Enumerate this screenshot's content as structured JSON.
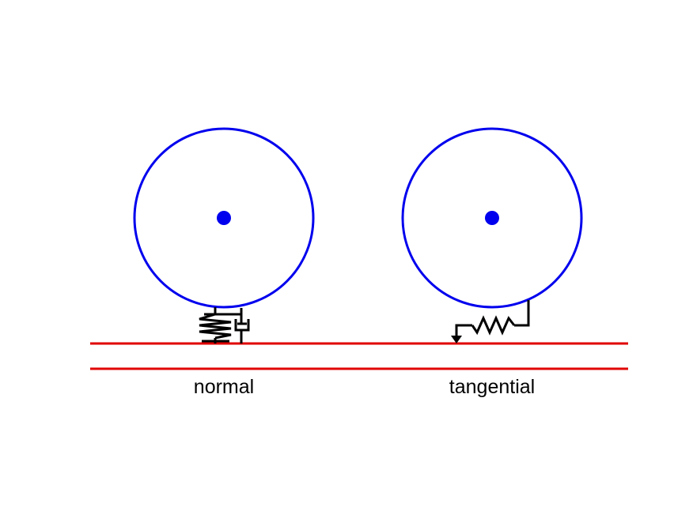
{
  "diagram": {
    "labels": {
      "normal": "normal",
      "tangential": "tangential"
    },
    "colors": {
      "particle": "#0000ee",
      "wall": "#e00000",
      "element": "#000000",
      "background": "#ffffff"
    },
    "elements": {
      "left": [
        "particle",
        "spring",
        "dashpot",
        "wall"
      ],
      "right": [
        "particle",
        "spring",
        "slider",
        "wall"
      ]
    }
  }
}
